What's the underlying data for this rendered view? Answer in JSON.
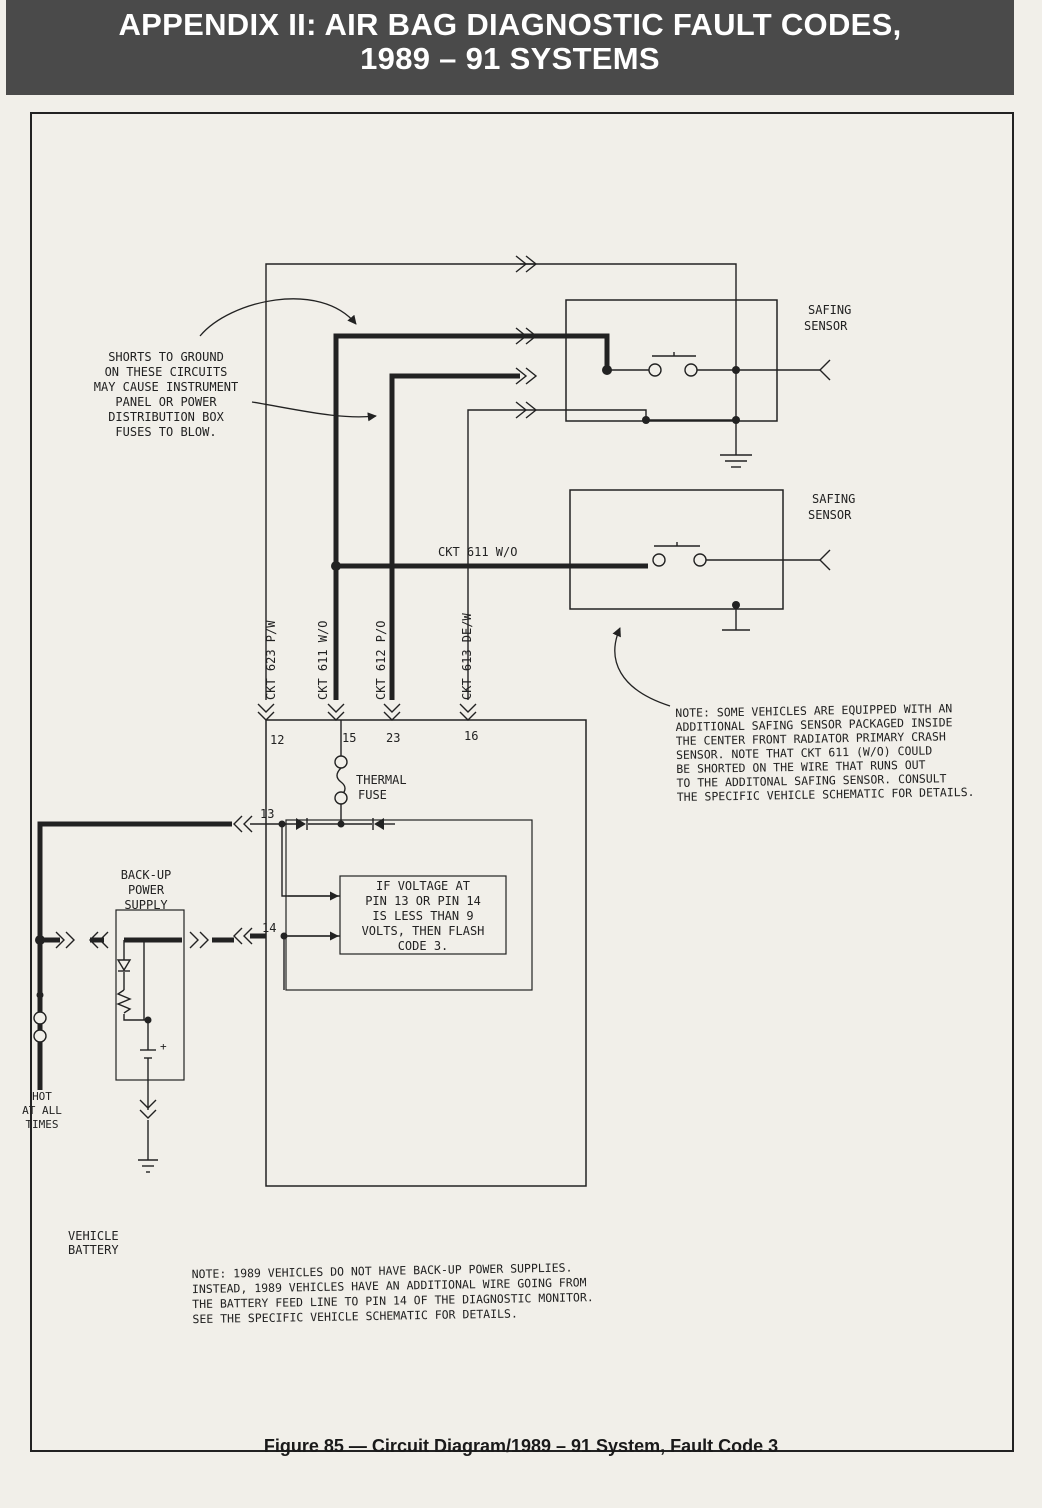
{
  "header": {
    "title_line1": "APPENDIX II: AIR BAG DIAGNOSTIC FAULT CODES,",
    "title_line2": "1989 – 91 SYSTEMS"
  },
  "diagram": {
    "safing_sensor_top": [
      "SAFING",
      "SENSOR"
    ],
    "safing_sensor_bottom": [
      "SAFING",
      "SENSOR"
    ],
    "shorts_note": [
      "SHORTS TO GROUND",
      "ON THESE CIRCUITS",
      "MAY CAUSE INSTRUMENT",
      "PANEL OR POWER",
      "DISTRIBUTION BOX",
      "FUSES TO BLOW."
    ],
    "ckt_611_horizontal": "CKT 611 W/O",
    "wire_labels": [
      "CKT 623 P/W",
      "CKT 611 W/O",
      "CKT 612 P/O",
      "CKT 613 DE/W"
    ],
    "pins": [
      "12",
      "15",
      "23",
      "16",
      "13",
      "14"
    ],
    "thermal_fuse": [
      "THERMAL",
      "FUSE"
    ],
    "backup_supply": [
      "BACK-UP",
      "POWER",
      "SUPPLY"
    ],
    "logic_box": [
      "IF VOLTAGE AT",
      "PIN 13 OR PIN 14",
      "IS LESS THAN 9",
      "VOLTS, THEN FLASH",
      "CODE 3."
    ],
    "hot_label": [
      "HOT",
      "AT ALL",
      "TIMES"
    ],
    "battery_label": [
      "VEHICLE",
      "BATTERY"
    ],
    "note_right": [
      "NOTE:  SOME VEHICLES ARE EQUIPPED WITH AN",
      "ADDITIONAL SAFING SENSOR PACKAGED INSIDE",
      "THE CENTER FRONT RADIATOR PRIMARY CRASH",
      "SENSOR.  NOTE THAT CKT 611 (W/O) COULD",
      "BE SHORTED ON THE WIRE THAT RUNS OUT",
      "TO THE ADDITONAL SAFING SENSOR.  CONSULT",
      "THE SPECIFIC VEHICLE SCHEMATIC FOR DETAILS."
    ],
    "note_bottom": [
      "NOTE:  1989 VEHICLES DO NOT HAVE BACK-UP POWER SUPPLIES.",
      "INSTEAD, 1989 VEHICLES HAVE AN ADDITIONAL WIRE GOING FROM",
      "THE BATTERY FEED LINE TO PIN 14 OF THE DIAGNOSTIC MONITOR.",
      "SEE THE SPECIFIC VEHICLE SCHEMATIC FOR DETAILS."
    ],
    "battery_plus": "+"
  },
  "caption": "Figure 85 — Circuit Diagram/1989 – 91 System, Fault Code 3"
}
